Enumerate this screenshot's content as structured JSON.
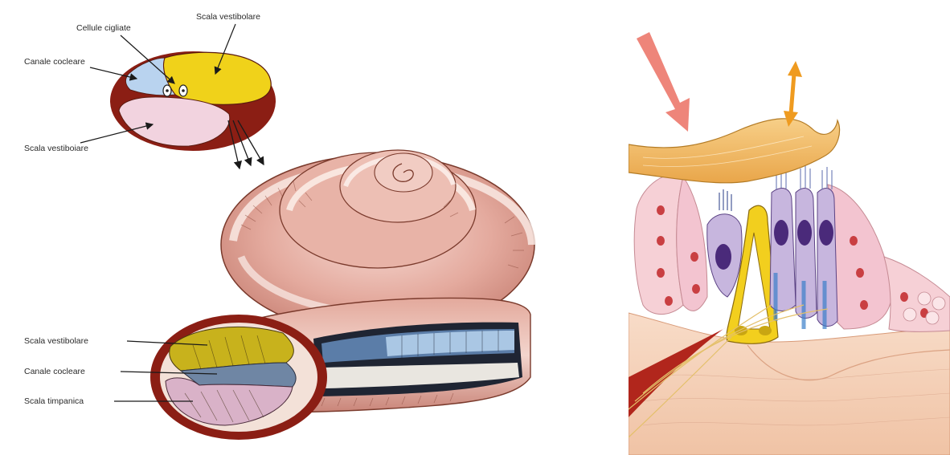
{
  "labels": {
    "top_scala_vestibolare": "Scala vestibolare",
    "cellule_cigliate": "Cellule cigliate",
    "canale_cocleare_top": "Canale cocleare",
    "scala_vestiboiare_bottom": "Scala vestiboiare",
    "scala_vestibolare_cut": "Scala vestibolare",
    "canale_cocleare_cut": "Canale cocleare",
    "scala_timpanica": "Scala timpanica"
  },
  "colors": {
    "wall": "#8b1e14",
    "scala_vestibolare": "#f0d21a",
    "canale_cocleare": "#b9d3ef",
    "scala_timpanica": "#f2d3df",
    "shell": "#e9b8ad",
    "shell_stripe": "#fbeee9",
    "tectorial": "#f3bb62",
    "hair_cell_nucleus": "#4a2a7a",
    "pillar": "#f2cf1e",
    "pink_cells": "#f3c4d0",
    "nerve": "#b1261c",
    "salmon_arrow": "#ee857a",
    "orange_arrow": "#ef9b20"
  },
  "icons": [
    "salmon-arrow-icon",
    "double-arrow-icon"
  ]
}
